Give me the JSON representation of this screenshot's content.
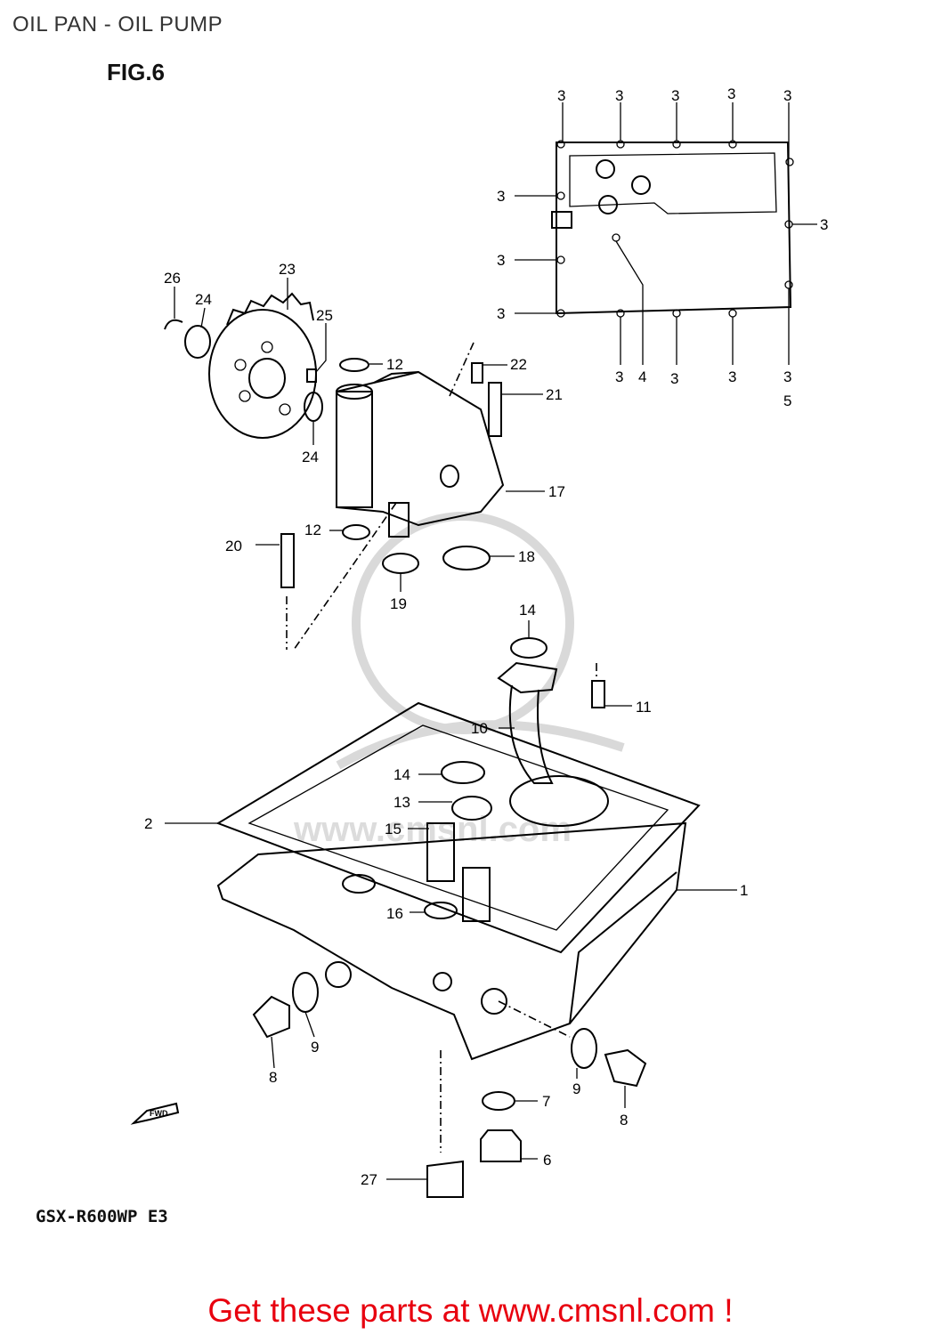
{
  "header": {
    "title": "OIL PAN - OIL PUMP"
  },
  "figure": {
    "label": "FIG.6"
  },
  "model": "GSX-R600WP E3",
  "fwd_label": "FWD",
  "watermark": "www.cmsnl.com",
  "cta": "Get these parts at www.cmsnl.com !",
  "callouts": {
    "c3_top1": "3",
    "c3_top2": "3",
    "c3_top3": "3",
    "c3_top4": "3",
    "c3_top5": "3",
    "c3_left1": "3",
    "c3_left2": "3",
    "c3_left3": "3",
    "c3_right": "3",
    "c3_bot1": "3",
    "c4": "4",
    "c3_bot2": "3",
    "c3_bot3": "3",
    "c3_bot4": "3",
    "c5": "5",
    "c26": "26",
    "c24a": "24",
    "c23": "23",
    "c25": "25",
    "c12a": "12",
    "c22": "22",
    "c21": "21",
    "c24b": "24",
    "c17": "17",
    "c20": "20",
    "c12b": "12",
    "c18": "18",
    "c19": "19",
    "c14a": "14",
    "c11": "11",
    "c10": "10",
    "c14b": "14",
    "c13": "13",
    "c2": "2",
    "c15": "15",
    "c1": "1",
    "c16": "16",
    "c9a": "9",
    "c8a": "8",
    "c9b": "9",
    "c8b": "8",
    "c7": "7",
    "c6": "6",
    "c27": "27"
  }
}
